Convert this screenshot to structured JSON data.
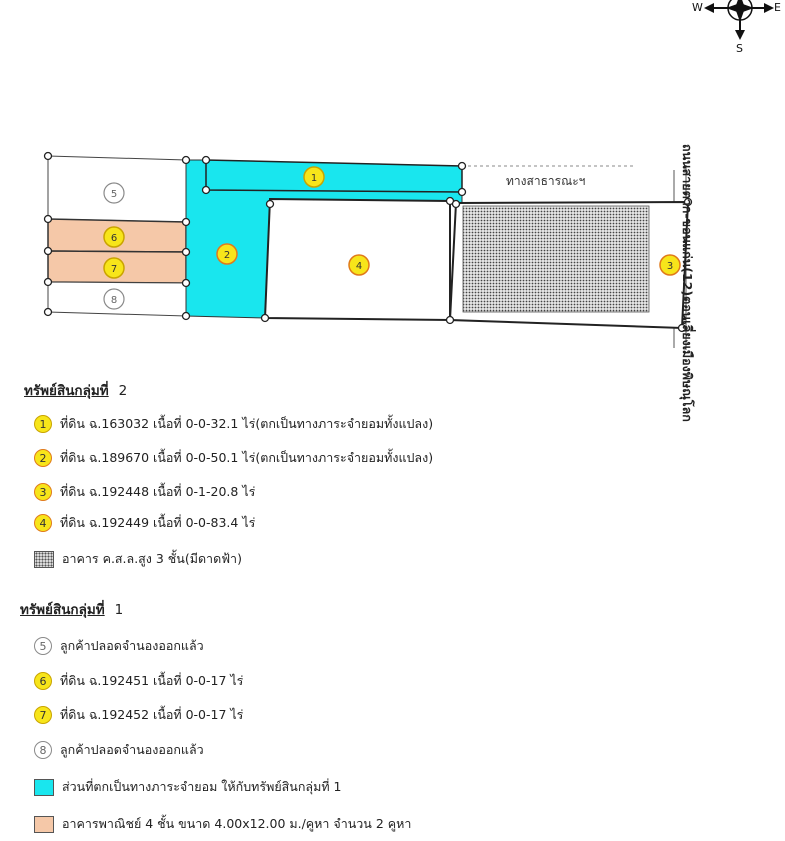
{
  "compass": {
    "west": "W",
    "east": "E",
    "south": "S"
  },
  "road_label": {
    "part1": "ถนนสายตาก-ขอนแก่น(12)",
    "part2": "ตอนเลี่ยงเมืองพิษณุโลก"
  },
  "public_road_label": "ทางสาธารณะฯ",
  "map_badges": [
    "1",
    "2",
    "3",
    "4",
    "5",
    "6",
    "7",
    "8"
  ],
  "colors": {
    "easement": "#19e6ee",
    "shophouse": "#f5c8a8",
    "badge_yellow": "#f7e51a",
    "badge_border_orange": "#e07a1a",
    "building_hatch": "#bdbdbd"
  },
  "group2": {
    "title": "ทรัพย์สินกลุ่มที่",
    "number": "2",
    "items": [
      {
        "badge": "1",
        "text": "ที่ดิน ฉ.163032 เนื้อที่ 0-0-32.1 ไร่(ตกเป็นทางภาระจำยอมทั้งแปลง)"
      },
      {
        "badge": "2",
        "text": "ที่ดิน ฉ.189670 เนื้อที่ 0-0-50.1 ไร่(ตกเป็นทางภาระจำยอมทั้งแปลง)"
      },
      {
        "badge": "3",
        "text": "ที่ดิน ฉ.192448 เนื้อที่ 0-1-20.8 ไร่"
      },
      {
        "badge": "4",
        "text": "ที่ดิน ฉ.192449 เนื้อที่ 0-0-83.4 ไร่"
      }
    ],
    "building_text": "อาคาร ค.ส.ล.สูง 3 ชั้น(มีดาดฟ้า)"
  },
  "group1": {
    "title": "ทรัพย์สินกลุ่มที่",
    "number": "1",
    "items": [
      {
        "badge": "5",
        "text": "ลูกค้าปลอดจำนองออกแล้ว"
      },
      {
        "badge": "6",
        "text": "ที่ดิน ฉ.192451 เนื้อที่ 0-0-17 ไร่"
      },
      {
        "badge": "7",
        "text": "ที่ดิน ฉ.192452 เนื้อที่ 0-0-17 ไร่"
      },
      {
        "badge": "8",
        "text": "ลูกค้าปลอดจำนองออกแล้ว"
      }
    ]
  },
  "legend_extra": {
    "easement_text": "ส่วนที่ตกเป็นทางภาระจำยอม ให้กับทรัพย์สินกลุ่มที่ 1",
    "shophouse_text": "อาคารพาณิชย์ 4 ชั้น ขนาด 4.00x12.00 ม./คูหา จำนวน 2 คูหา"
  }
}
